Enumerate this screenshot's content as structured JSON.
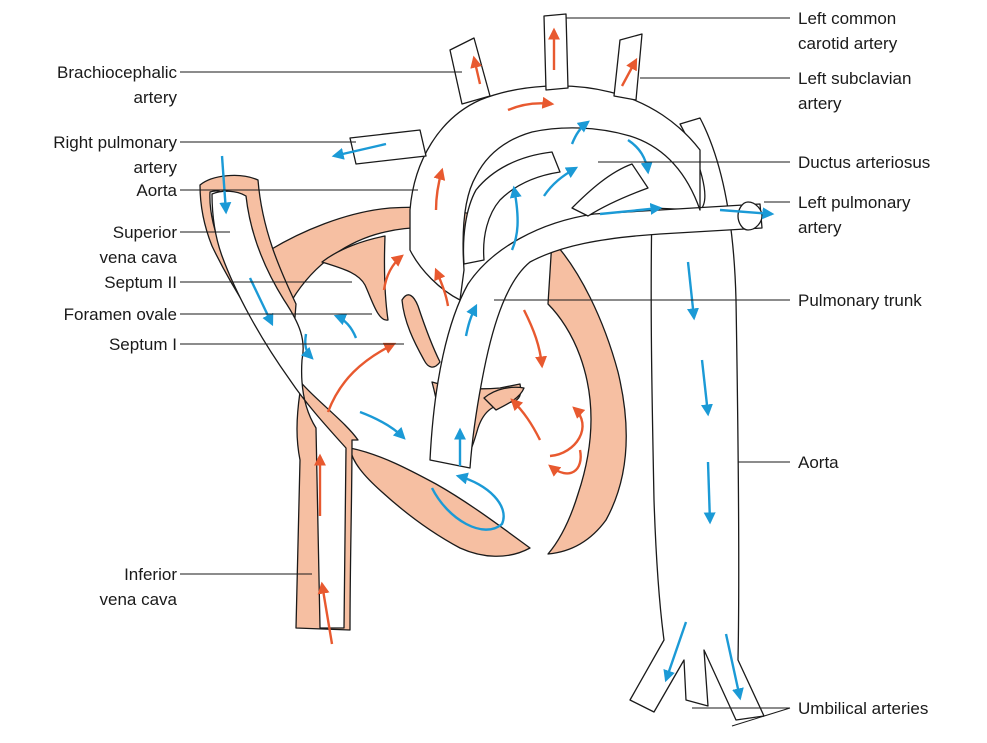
{
  "labels": {
    "left_common_carotid_1": "Left common",
    "left_common_carotid_2": "carotid artery",
    "left_subclavian_1": "Left subclavian",
    "left_subclavian_2": "artery",
    "ductus_arteriosus": "Ductus arteriosus",
    "left_pulmonary_1": "Left pulmonary",
    "left_pulmonary_2": "artery",
    "pulmonary_trunk": "Pulmonary trunk",
    "aorta_right": "Aorta",
    "umbilical_arteries": "Umbilical arteries",
    "brachiocephalic_1": "Brachiocephalic",
    "brachiocephalic_2": "artery",
    "right_pulmonary_1": "Right pulmonary",
    "right_pulmonary_2": "artery",
    "aorta_left": "Aorta",
    "superior_vena_cava_1": "Superior",
    "superior_vena_cava_2": "vena cava",
    "septum_ii": "Septum II",
    "foramen_ovale": "Foramen ovale",
    "septum_i": "Septum I",
    "inferior_vena_cava_1": "Inferior",
    "inferior_vena_cava_2": "vena cava"
  },
  "colors": {
    "oxygenated_arrow": "#e8592f",
    "deoxygenated_arrow": "#1b9ad6",
    "tissue_fill": "#f6bfa2",
    "outline": "#1a1a1a"
  }
}
